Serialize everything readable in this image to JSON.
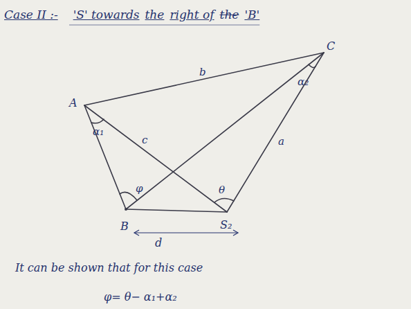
{
  "diagram": {
    "title": "Case II :-",
    "labels": [
      "'S' towards",
      "the",
      "right of",
      "the",
      "'B'",
      "A",
      "C",
      "B",
      "S₂",
      "b",
      "c",
      "a",
      "α₁",
      "α₂",
      "φ",
      "θ",
      "d",
      "It can be shown that for this case",
      "φ= θ− α₁+α₂"
    ]
  }
}
